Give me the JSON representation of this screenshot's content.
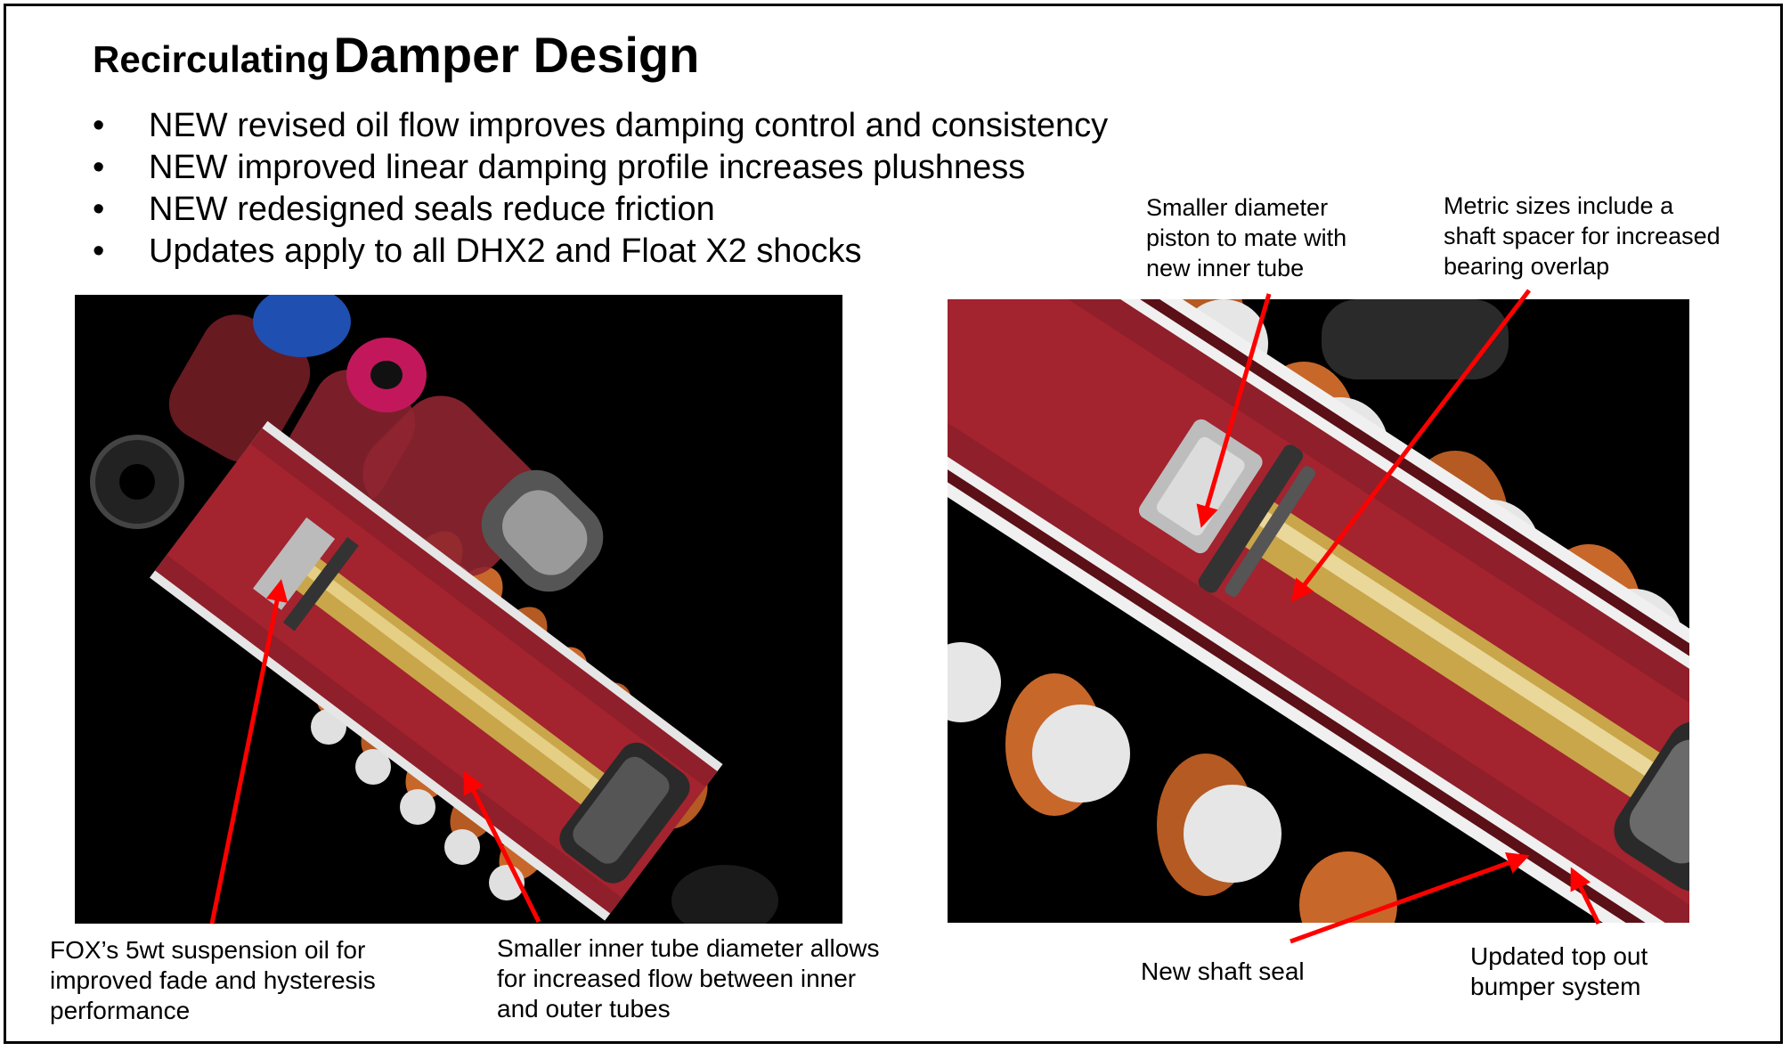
{
  "slide": {
    "title_small": "Recirculating",
    "title_big": "Damper Design",
    "bullet_marker": "•",
    "bullets": [
      "NEW revised oil flow improves damping control and consistency",
      "NEW improved linear damping profile increases plushness",
      "NEW redesigned seals reduce friction",
      "Updates apply to all DHX2 and Float X2 shocks"
    ]
  },
  "captions": {
    "left_oil": "FOX’s 5wt suspension oil for\nimproved fade and hysteresis\nperformance",
    "left_tube": "Smaller inner tube diameter allows\nfor increased flow between inner\nand outer tubes",
    "right_piston": "Smaller diameter\npiston to mate with\nnew inner tube",
    "right_metric": "Metric sizes include a\nshaft spacer for increased\nbearing overlap",
    "right_seal": "New shaft seal",
    "right_bumper": "Updated top out\nbumper system"
  },
  "colors": {
    "arrow": "#ff0000",
    "damper_body": "#8f1f2a",
    "spring_coil": "#c8672a",
    "shaft": "#c9a64a",
    "background": "#000000"
  },
  "images": {
    "left": "cutaway-shock-render-full",
    "right": "cutaway-shock-render-closeup"
  }
}
